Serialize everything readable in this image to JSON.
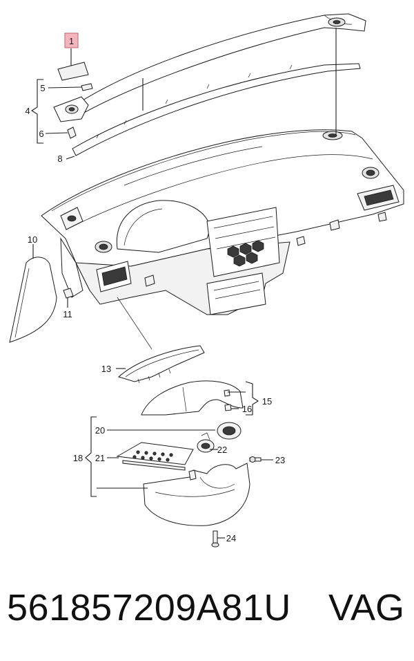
{
  "diagram": {
    "callouts": [
      {
        "id": "c1",
        "label": "1",
        "highlighted": true
      },
      {
        "id": "c4",
        "label": "4"
      },
      {
        "id": "c5",
        "label": "5"
      },
      {
        "id": "c6",
        "label": "6"
      },
      {
        "id": "c8",
        "label": "8"
      },
      {
        "id": "c10",
        "label": "10"
      },
      {
        "id": "c11",
        "label": "11"
      },
      {
        "id": "c13",
        "label": "13"
      },
      {
        "id": "c15",
        "label": "15"
      },
      {
        "id": "c16",
        "label": "16"
      },
      {
        "id": "c18",
        "label": "18"
      },
      {
        "id": "c20",
        "label": "20"
      },
      {
        "id": "c21",
        "label": "21"
      },
      {
        "id": "c22",
        "label": "22"
      },
      {
        "id": "c23",
        "label": "23"
      },
      {
        "id": "c24",
        "label": "24"
      }
    ],
    "highlight_color": "#f4b6bc",
    "line_color": "#1a1a1a"
  },
  "footer": {
    "part_number": "561857209A81U",
    "brand": "VAG"
  }
}
